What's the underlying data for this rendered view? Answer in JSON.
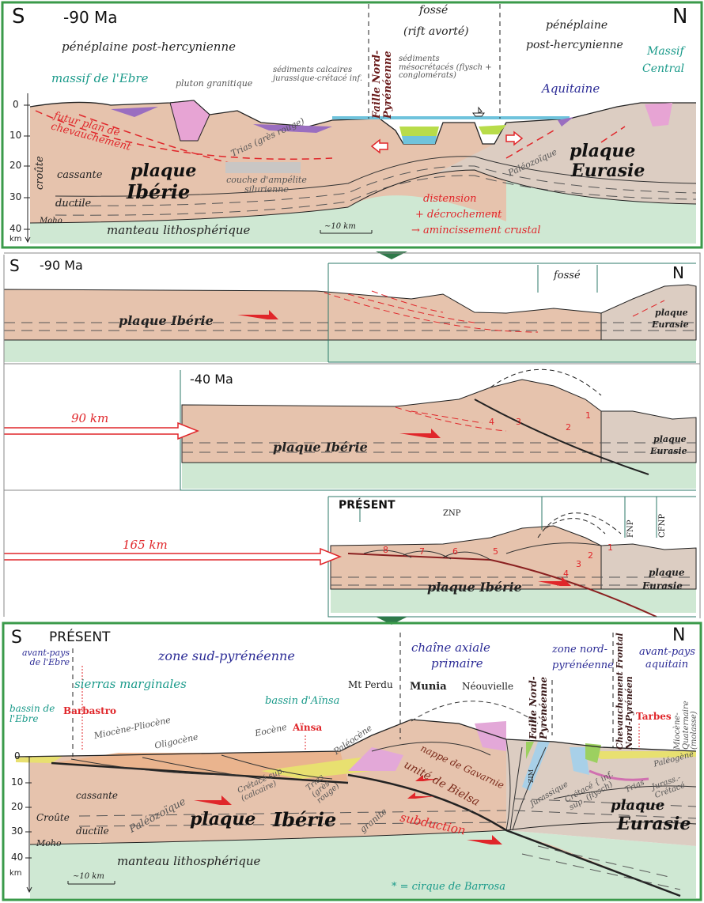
{
  "colors": {
    "frame": "#3a9a4a",
    "crust_iberia": "#e6c3ad",
    "crust_eurasia": "#dccdc2",
    "mantle": "#cfe8d3",
    "water": "#6fc3dc",
    "red": "#e0262a",
    "granite": "#e7a4d4",
    "trias": "#9a6ec0",
    "flysch": "#b8dc4a"
  },
  "panel1": {
    "south": "S",
    "age": "-90 Ma",
    "north": "N",
    "peneplain_left": "pénéplaine post-hercynienne",
    "massif_ebre": "massif de l'Ebre",
    "pluton": "pluton granitique",
    "sediments_calc": "sédiments calcaires jurassique-crétacé inf.",
    "faille": "Faille Nord-Pyrénéenne",
    "fosse": "fossé",
    "rift": "(rift avorté)",
    "sediments_meso": "sédiments mésocrétacés (flysch + conglomérats)",
    "peneplain_right_1": "pénéplaine",
    "peneplain_right_2": "post-hercynienne",
    "massif_central_1": "Massif",
    "massif_central_2": "Central",
    "aquitaine": "Aquitaine",
    "future_thrust": "futur plan de chevauchement",
    "trias": "Trias (grès rouge)",
    "paleozoique": "Paléozoïque",
    "plaque_ib_1": "plaque",
    "plaque_ib_2": "Ibérie",
    "plaque_eu_1": "plaque",
    "plaque_eu_2": "Eurasie",
    "cassante": "cassante",
    "ampelite": "couche d'ampélite silurienne",
    "croute": "croûte",
    "ductile": "ductile",
    "moho": "Moho",
    "manteau": "manteau lithosphérique",
    "scale": "~10 km",
    "distension_1": "distension",
    "distension_2": "+ décrochement",
    "distension_3": "→ amincissement crustal",
    "axis": [
      "0",
      "10",
      "20",
      "30",
      "40",
      "km"
    ]
  },
  "panel2": {
    "s1_south": "S",
    "s1_age": "-90 Ma",
    "s1_fosse": "fossé",
    "s1_north": "N",
    "s1_ib": "plaque Ibérie",
    "s1_eu_1": "plaque",
    "s1_eu_2": "Eurasie",
    "s2_age": "-40 Ma",
    "s2_shift": "90 km",
    "s2_ib": "plaque Ibérie",
    "s2_eu_1": "plaque",
    "s2_eu_2": "Eurasie",
    "s2_units": [
      "1",
      "2",
      "3",
      "4"
    ],
    "s3_title": "PRÉSENT",
    "s3_znp": "ZNP",
    "s3_fnp": "FNP",
    "s3_cfnp": "CFNP",
    "s3_shift": "165 km",
    "s3_ib": "plaque Ibérie",
    "s3_eu_1": "plaque",
    "s3_eu_2": "Eurasie",
    "s3_units": [
      "1",
      "2",
      "3",
      "4",
      "5",
      "6",
      "7",
      "8"
    ]
  },
  "panel3": {
    "south": "S",
    "title": "PRÉSENT",
    "north": "N",
    "avant_pays_ebre": "avant-pays de l'Ebre",
    "zone_sud": "zone sud-pyrénéenne",
    "sierras": "sierras marginales",
    "bassin_ebre": "bassin de l'Ebre",
    "barbastro": "Barbastro",
    "mio_plio": "Miocène-Pliocène",
    "oligocene": "Oligocène",
    "bassin_ainsa": "bassin d'Aïnsa",
    "eocene": "Eocène",
    "ainsa": "Aïnsa",
    "paleocene": "Paléocène",
    "mt_perdu": "Mt Perdu",
    "munia": "Munia",
    "neouvielle": "Néouvielle",
    "chaine_axiale_1": "chaîne axiale",
    "chaine_axiale_2": "primaire",
    "faille": "Faille Nord-Pyrénéenne",
    "zone_nord_1": "zone nord-",
    "zone_nord_2": "pyrénéenne",
    "cfnp": "Chevauchement Frontal Nord-Pyrénéen",
    "avant_pays_aq_1": "avant-pays",
    "avant_pays_aq_2": "aquitain",
    "tarbes": "Tarbes",
    "mio_quat": "Miocène-Quaternaire (molasse)",
    "nappe": "nappe de Gavarnie",
    "bielsa": "unité de Bielsa",
    "zim": "ZIM",
    "cassante": "cassante",
    "paleozoique": "Paléozoïque",
    "cretace_sup": "Crétacé sup. (calcaire)",
    "trias": "Trias (grès rouge)",
    "granite": "granite",
    "subduction": "subduction",
    "plaque_ib_1": "plaque",
    "plaque_ib_2": "Ibérie",
    "jurassique": "Jurassique",
    "cretace_eu": "Crétacé { inf. sup. (flysch)",
    "trias_eu": "Trias",
    "jur_cret": "Jurass.-Crétacé",
    "paleogene": "Paléogène",
    "plaque_eu_1": "plaque",
    "plaque_eu_2": "Eurasie",
    "croute": "Croûte",
    "ductile": "ductile",
    "moho": "Moho",
    "manteau": "manteau lithosphérique",
    "scale": "~10 km",
    "legend": "* = cirque de Barrosa",
    "axis": [
      "0",
      "10",
      "20",
      "30",
      "40",
      "km"
    ]
  }
}
